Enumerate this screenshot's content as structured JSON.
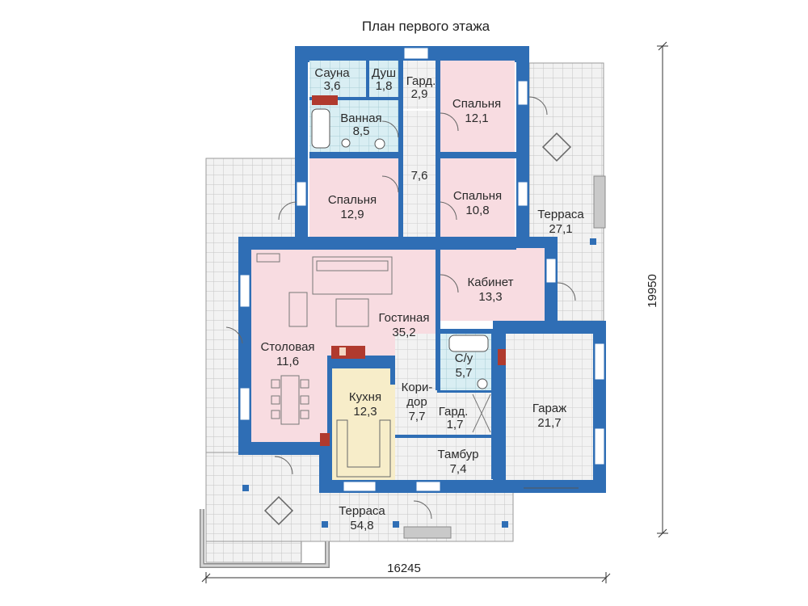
{
  "title": "План первого этажа",
  "dimensions": {
    "width": "16245",
    "height": "19950"
  },
  "colors": {
    "wall": "#2e6db3",
    "wall_light": "#5aa6dc",
    "room_pink": "#f8dbe0",
    "bath_tile": "#d7ecf1",
    "kitchen": "#f7ecc8",
    "living": "#f7dbe2",
    "terrace": "#ececec",
    "grid_line": "#bfbfbf"
  },
  "rooms": [
    {
      "id": "sauna",
      "name": "Сауна",
      "area": "3,6"
    },
    {
      "id": "shower",
      "name": "Душ",
      "area": "1,8"
    },
    {
      "id": "wardrobe-top",
      "name": "Гард.",
      "area": "2,9"
    },
    {
      "id": "bedroom-1",
      "name": "Спальня",
      "area": "12,1"
    },
    {
      "id": "bathroom",
      "name": "Ванная",
      "area": "8,5"
    },
    {
      "id": "hall",
      "name": "",
      "area": "7,6"
    },
    {
      "id": "bedroom-2",
      "name": "Спальня",
      "area": "12,9"
    },
    {
      "id": "bedroom-3",
      "name": "Спальня",
      "area": "10,8"
    },
    {
      "id": "terrace-right",
      "name": "Терраса",
      "area": "27,1"
    },
    {
      "id": "study",
      "name": "Кабинет",
      "area": "13,3"
    },
    {
      "id": "living-room",
      "name": "Гостиная",
      "area": "35,2"
    },
    {
      "id": "dining",
      "name": "Столовая",
      "area": "11,6"
    },
    {
      "id": "wc",
      "name": "С/у",
      "area": "5,7"
    },
    {
      "id": "kitchen",
      "name": "Кухня",
      "area": "12,3"
    },
    {
      "id": "corridor",
      "name": "Кори-\nдор",
      "area": "7,7"
    },
    {
      "id": "wardrobe-bottom",
      "name": "Гард.",
      "area": "1,7"
    },
    {
      "id": "garage",
      "name": "Гараж",
      "area": "21,7"
    },
    {
      "id": "vestibule",
      "name": "Тамбур",
      "area": "7,4"
    },
    {
      "id": "terrace-front",
      "name": "Терраса",
      "area": "54,8"
    }
  ],
  "labels": {
    "sauna_name": "Сауна",
    "sauna_area": "3,6",
    "shower_name": "Душ",
    "shower_area": "1,8",
    "ward1_name": "Гард.",
    "ward1_area": "2,9",
    "bed1_name": "Спальня",
    "bed1_area": "12,1",
    "bath_name": "Ванная",
    "bath_area": "8,5",
    "hall_area": "7,6",
    "bed2_name": "Спальня",
    "bed2_area": "12,9",
    "bed3_name": "Спальня",
    "bed3_area": "10,8",
    "terr1_name": "Терраса",
    "terr1_area": "27,1",
    "study_name": "Кабинет",
    "study_area": "13,3",
    "living_name": "Гостиная",
    "living_area": "35,2",
    "dining_name": "Столовая",
    "dining_area": "11,6",
    "wc_name": "С/у",
    "wc_area": "5,7",
    "kitchen_name": "Кухня",
    "kitchen_area": "12,3",
    "corr_name1": "Кори-",
    "corr_name2": "дор",
    "corr_area": "7,7",
    "ward2_name": "Гард.",
    "ward2_area": "1,7",
    "garage_name": "Гараж",
    "garage_area": "21,7",
    "vest_name": "Тамбур",
    "vest_area": "7,4",
    "terr2_name": "Терраса",
    "terr2_area": "54,8"
  }
}
